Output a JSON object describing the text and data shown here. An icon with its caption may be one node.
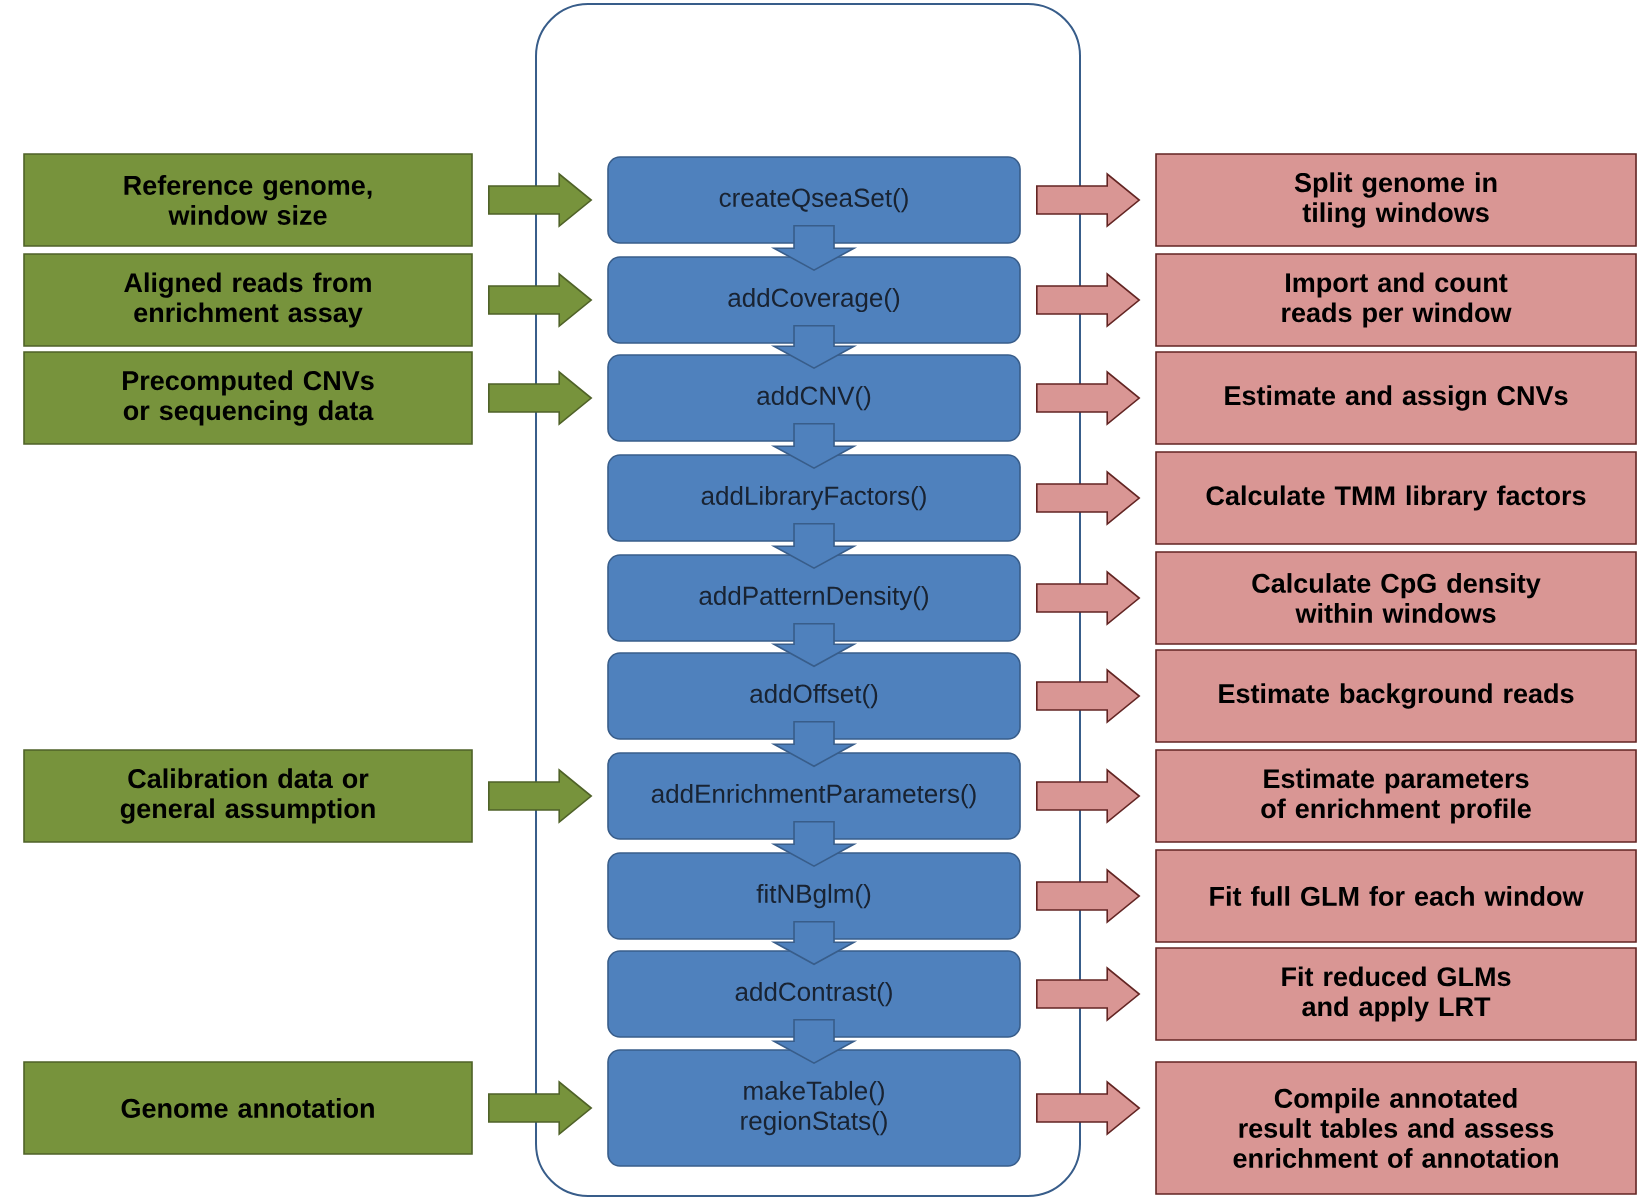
{
  "diagram": {
    "nodes": [
      {
        "text": [],
        "shape": "box"
      },
      {
        "text": [
          "createQseaSet()"
        ],
        "in": 0
      },
      {
        "text": [
          "addCoverage()"
        ],
        "in": 0
      },
      {
        "text": [
          "addCNV()"
        ],
        "in": 0
      },
      {
        "text": [
          "addLibraryFactors()"
        ],
        "in": 0
      },
      {
        "text": [
          "addPatternDensity()"
        ],
        "in": 0
      },
      {
        "text": [
          "addOffset()"
        ],
        "in": 0
      },
      {
        "text": [
          "addEnrichmentParameters()"
        ],
        "in": 0
      },
      {
        "text": [
          "fitNBglm()"
        ],
        "in": 0
      },
      {
        "text": [
          "addContrast()"
        ],
        "in": 0
      },
      {
        "text": [
          "makeTable()",
          "regionStats()"
        ],
        "in": 0
      },
      {
        "text": [
          "Reference genome, window size"
        ]
      },
      {
        "text": [
          "Aligned reads from enrichment assay"
        ]
      },
      {
        "text": [
          "Precomputed CNVs or sequencing data"
        ]
      },
      {
        "text": [
          "Calibration data or general assumption"
        ]
      },
      {
        "text": [
          "Genome annotation"
        ]
      },
      {
        "text": [
          "Split genome in tiling windows"
        ]
      },
      {
        "text": [
          "Import and count reads per window"
        ]
      },
      {
        "text": [
          "Estimate and assign CNVs"
        ]
      },
      {
        "text": [
          "Calculate TMM library factors"
        ]
      },
      {
        "text": [
          "Calculate CpG density within windows"
        ]
      },
      {
        "text": [
          "Estimate background reads"
        ]
      },
      {
        "text": [
          "Estimate parameters of enrichment profile"
        ]
      },
      {
        "text": [
          "Fit full GLM for each window"
        ]
      },
      {
        "text": [
          "Fit reduced GLMs and apply LRT"
        ]
      },
      {
        "text": [
          "Compile annotated result tables and assess enrichment of annotation"
        ]
      }
    ],
    "edges": [
      {
        "from": 1,
        "to": 2,
        "arrow": "to"
      },
      {
        "from": 2,
        "to": 3,
        "arrow": "to"
      },
      {
        "from": 3,
        "to": 4,
        "arrow": "to"
      },
      {
        "from": 4,
        "to": 5,
        "arrow": "to"
      },
      {
        "from": 5,
        "to": 6,
        "arrow": "to"
      },
      {
        "from": 6,
        "to": 7,
        "arrow": "to"
      },
      {
        "from": 7,
        "to": 8,
        "arrow": "to"
      },
      {
        "from": 8,
        "to": 9,
        "arrow": "to"
      },
      {
        "from": 9,
        "to": 10,
        "arrow": "to"
      },
      {
        "from": 11,
        "to": 1,
        "arrow": "to"
      },
      {
        "from": 12,
        "to": 2,
        "arrow": "to"
      },
      {
        "from": 13,
        "to": 3,
        "arrow": "to"
      },
      {
        "from": 14,
        "to": 7,
        "arrow": "to"
      },
      {
        "from": 15,
        "to": 10,
        "arrow": "to"
      },
      {
        "from": 1,
        "to": 16,
        "arrow": "to"
      },
      {
        "from": 2,
        "to": 17,
        "arrow": "to"
      },
      {
        "from": 3,
        "to": 18,
        "arrow": "to"
      },
      {
        "from": 4,
        "to": 19,
        "arrow": "to"
      },
      {
        "from": 5,
        "to": 20,
        "arrow": "to"
      },
      {
        "from": 6,
        "to": 21,
        "arrow": "to"
      },
      {
        "from": 7,
        "to": 22,
        "arrow": "to"
      },
      {
        "from": 8,
        "to": 23,
        "arrow": "to"
      },
      {
        "from": 9,
        "to": 24,
        "arrow": "to"
      },
      {
        "from": 10,
        "to": 25,
        "arrow": "to"
      }
    ]
  }
}
